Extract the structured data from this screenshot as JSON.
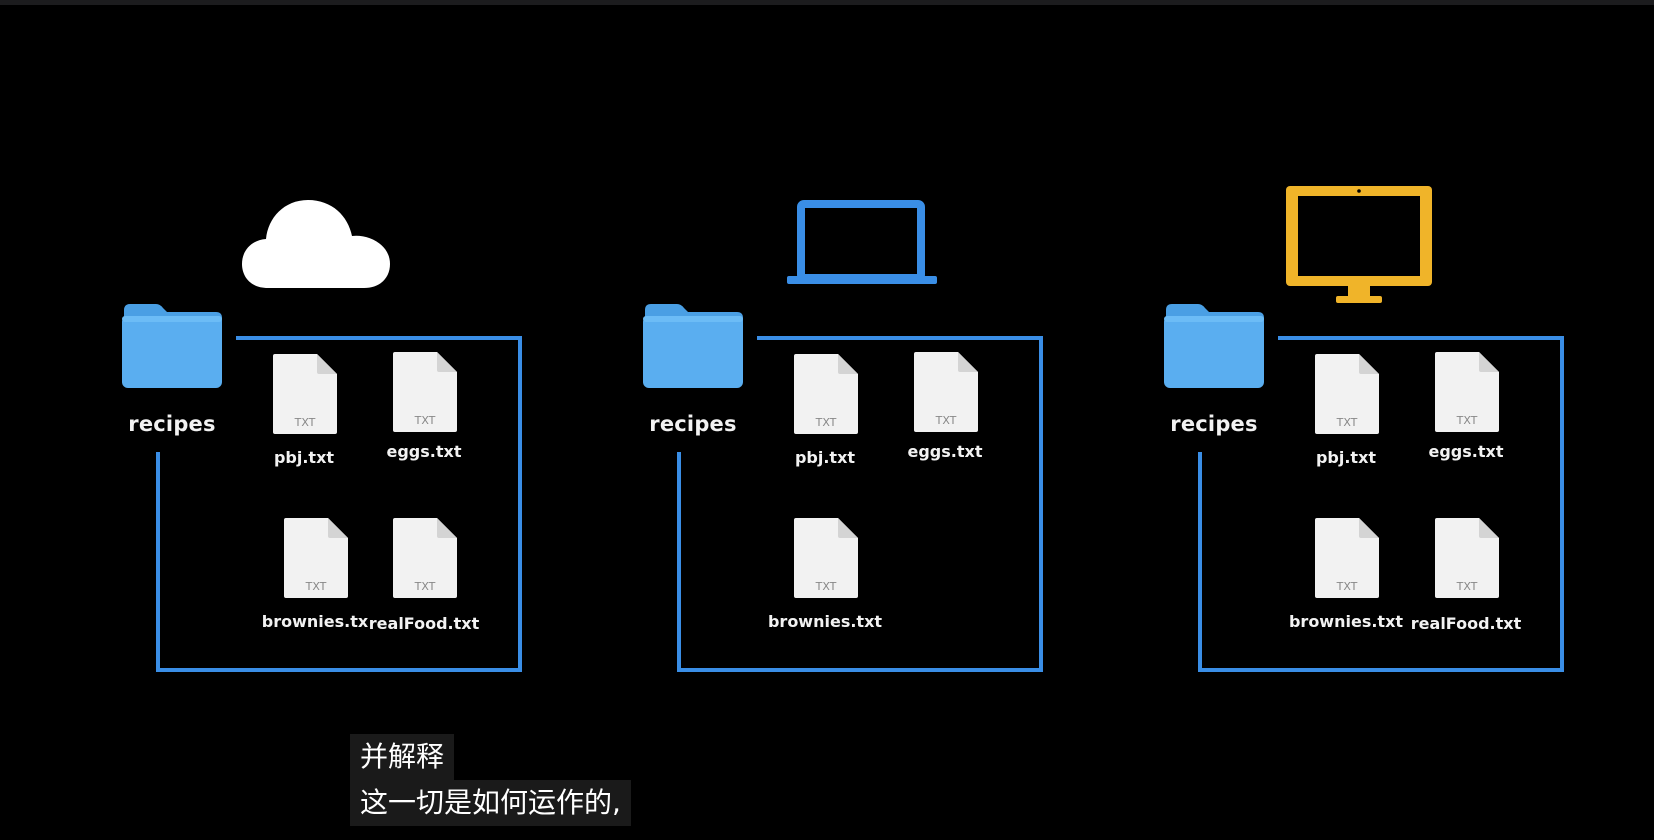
{
  "colors": {
    "background": "#000000",
    "bracket": "#3a8ee6",
    "folder": "#5aaef0",
    "folder_tab": "#4a9fe4",
    "cloud": "#ffffff",
    "laptop": "#3a8ee6",
    "monitor": "#f0b429",
    "file_page": "#f2f2f2"
  },
  "groups": [
    {
      "device_icon": "cloud-icon",
      "folder_label": "recipes",
      "files": [
        {
          "name": "pbj.txt",
          "badge": "TXT"
        },
        {
          "name": "eggs.txt",
          "badge": "TXT"
        },
        {
          "name": "brownies.tx",
          "badge": "TXT"
        },
        {
          "name": "realFood.txt",
          "badge": "TXT"
        }
      ]
    },
    {
      "device_icon": "laptop-icon",
      "folder_label": "recipes",
      "files": [
        {
          "name": "pbj.txt",
          "badge": "TXT"
        },
        {
          "name": "eggs.txt",
          "badge": "TXT"
        },
        {
          "name": "brownies.txt",
          "badge": "TXT"
        }
      ]
    },
    {
      "device_icon": "monitor-icon",
      "folder_label": "recipes",
      "files": [
        {
          "name": "pbj.txt",
          "badge": "TXT"
        },
        {
          "name": "eggs.txt",
          "badge": "TXT"
        },
        {
          "name": "brownies.txt",
          "badge": "TXT"
        },
        {
          "name": "realFood.txt",
          "badge": "TXT"
        }
      ]
    }
  ],
  "subtitle": {
    "line1": "并解释",
    "line2": "这一切是如何运作的,"
  }
}
